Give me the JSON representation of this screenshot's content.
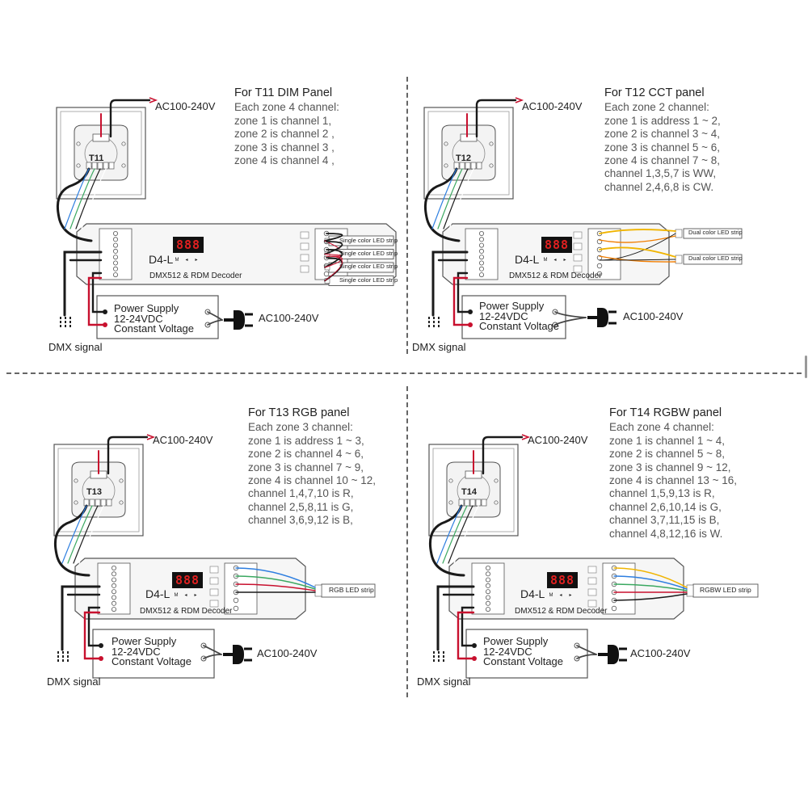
{
  "quadrants": [
    {
      "id": "t11",
      "title": "For T11 DIM Panel",
      "lines": [
        "Each zone 4 channel:",
        "zone 1 is channel 1,",
        "zone 2 is channel 2 ,",
        "zone 3 is channel 3 ,",
        "zone 4 is channel 4 ,"
      ],
      "panel_label": "T11",
      "ac_panel": "AC100-240V",
      "ac_plug": "AC100-240V",
      "model": "D4-L",
      "display": "888",
      "keys": [
        "M",
        "◂",
        "▸"
      ],
      "decoder_label": "DMX512 & RDM Decoder",
      "psu_lines": [
        "Power Supply",
        "12-24VDC",
        "Constant Voltage"
      ],
      "dmx_label": "DMX signal",
      "strips": [
        "Single color LED strip",
        "Single color LED strip",
        "Single color LED strip",
        "Single color LED strip"
      ]
    },
    {
      "id": "t12",
      "title": "For T12 CCT panel",
      "lines": [
        "Each zone 2 channel:",
        "zone 1 is address 1 ~ 2,",
        "zone 2 is channel 3 ~ 4,",
        "zone 3 is channel 5 ~ 6,",
        "zone 4 is channel 7 ~ 8,",
        "channel 1,3,5,7 is WW,",
        "channel 2,4,6,8 is CW."
      ],
      "panel_label": "T12",
      "ac_panel": "AC100-240V",
      "ac_plug": "AC100-240V",
      "model": "D4-L",
      "display": "888",
      "keys": [
        "M",
        "◂",
        "▸"
      ],
      "decoder_label": "DMX512 & RDM Decoder",
      "psu_lines": [
        "Power Supply",
        "12-24VDC",
        "Constant Voltage"
      ],
      "dmx_label": "DMX signal",
      "strips": [
        "Dual color LED strip",
        "Dual color LED strip"
      ]
    },
    {
      "id": "t13",
      "title": "For T13 RGB panel",
      "lines": [
        "Each zone 3 channel:",
        "zone 1 is address 1 ~ 3,",
        "zone 2 is channel 4 ~ 6,",
        "zone 3 is channel 7 ~ 9,",
        "zone 4 is channel 10 ~ 12,",
        "channel 1,4,7,10 is R,",
        "channel 2,5,8,11 is G,",
        "channel 3,6,9,12 is B,"
      ],
      "panel_label": "T13",
      "ac_panel": "AC100-240V",
      "ac_plug": "AC100-240V",
      "model": "D4-L",
      "display": "888",
      "keys": [
        "M",
        "◂",
        "▸"
      ],
      "decoder_label": "DMX512 & RDM Decoder",
      "psu_lines": [
        "Power Supply",
        "12-24VDC",
        "Constant Voltage"
      ],
      "dmx_label": "DMX signal",
      "strips": [
        "RGB LED strip"
      ]
    },
    {
      "id": "t14",
      "title": "For T14 RGBW panel",
      "lines": [
        "Each zone 4 channel:",
        "zone 1 is channel 1 ~ 4,",
        "zone 2 is channel 5 ~ 8,",
        "zone 3 is channel 9 ~ 12,",
        "zone 4 is channel 13 ~ 16,",
        "channel 1,5,9,13 is R,",
        "channel 2,6,10,14 is G,",
        "channel 3,7,11,15 is B,",
        "channel 4,8,12,16 is W."
      ],
      "panel_label": "T14",
      "ac_panel": "AC100-240V",
      "ac_plug": "AC100-240V",
      "model": "D4-L",
      "display": "888",
      "keys": [
        "M",
        "◂",
        "▸"
      ],
      "decoder_label": "DMX512 & RDM Decoder",
      "psu_lines": [
        "Power Supply",
        "12-24VDC",
        "Constant Voltage"
      ],
      "dmx_label": "DMX signal",
      "strips": [
        "RGBW LED strip"
      ]
    }
  ],
  "colors": {
    "wire_red": "#c8102e",
    "wire_black": "#1a1a1a",
    "wire_blue": "#2d7ee0",
    "wire_green": "#3aa860",
    "wire_yellow": "#f0b400",
    "wire_orange": "#f07d00",
    "wire_white": "#ffffff",
    "outline": "#555555"
  }
}
